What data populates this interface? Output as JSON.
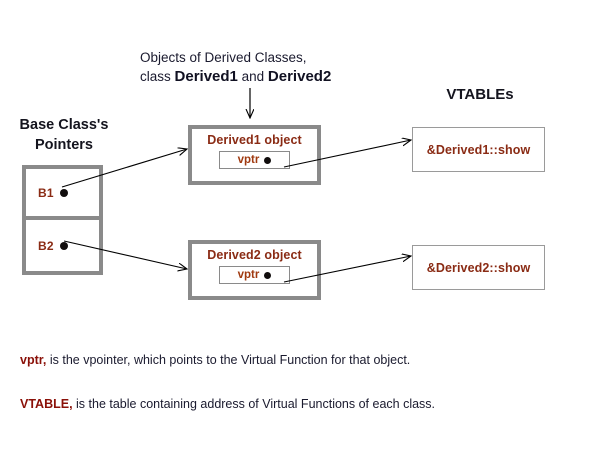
{
  "headings": {
    "objects_line1": "Objects of Derived Classes,",
    "objects_line2_prefix": "class ",
    "objects_line2_bold1": "Derived1",
    "objects_line2_mid": " and ",
    "objects_line2_bold2": "Derived2",
    "base_line1": "Base Class's",
    "base_line2": "Pointers",
    "vtables": "VTABLEs"
  },
  "base_pointers": {
    "rows": [
      {
        "label": "B1"
      },
      {
        "label": "B2"
      }
    ]
  },
  "objects": [
    {
      "title": "Derived1 object",
      "member": "vptr"
    },
    {
      "title": "Derived2 object",
      "member": "vptr"
    }
  ],
  "vtables": [
    {
      "entry": "&Derived1::show"
    },
    {
      "entry": "&Derived2::show"
    }
  ],
  "notes": [
    {
      "term": "vptr,",
      "text": " is the vpointer, which points to the Virtual Function for that object."
    },
    {
      "term": "VTABLE,",
      "text": " is the table containing address of Virtual Functions of each class."
    }
  ],
  "colors": {
    "box_border": "#8a8a8a",
    "accent_text": "#8a2b14",
    "note_term": "#8a1008",
    "body_text": "#1a1a2e",
    "dot": "#110d0d",
    "background": "#ffffff"
  }
}
